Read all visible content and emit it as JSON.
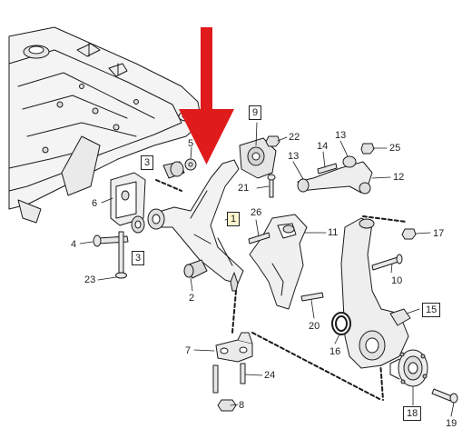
{
  "labels": {
    "l1": "1",
    "l2": "2",
    "l3a": "3",
    "l3b": "3",
    "l4": "4",
    "l5": "5",
    "l6": "6",
    "l7": "7",
    "l8": "8",
    "l9": "9",
    "l10": "10",
    "l11": "11",
    "l12": "12",
    "l13a": "13",
    "l13b": "13",
    "l14": "14",
    "l15": "15",
    "l16": "16",
    "l17": "17",
    "l18": "18",
    "l19": "19",
    "l20": "20",
    "l21": "21",
    "l22": "22",
    "l23": "23",
    "l24": "24",
    "l25": "25",
    "l26": "26"
  },
  "colors": {
    "arrow": "#e01b1b",
    "line": "#1a1a1a",
    "highlight": "#fff6cf"
  }
}
